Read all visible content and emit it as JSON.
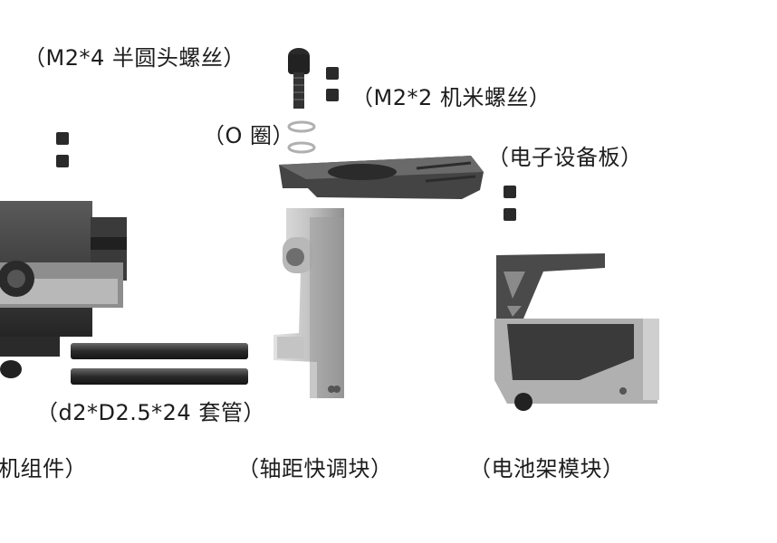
{
  "labels": {
    "screw_m2x4": "（M2*4 半圆头螺丝）",
    "screw_m2x2": "（M2*2 机米螺丝）",
    "o_ring": "（O 圈）",
    "electronics_board": "（电子设备板）",
    "sleeve": "（d2*D2.5*24 套管）",
    "arm_assembly": "机组件）",
    "wheelbase_block": "（轴距快调块）",
    "battery_module": "（电池架模块）"
  },
  "colors": {
    "background": "#ffffff",
    "text": "#1d1d1d",
    "part_light": "#c9c9c9",
    "part_mid": "#8e8e8e",
    "part_dark": "#3c3c3c",
    "part_black": "#1e1e1e"
  }
}
